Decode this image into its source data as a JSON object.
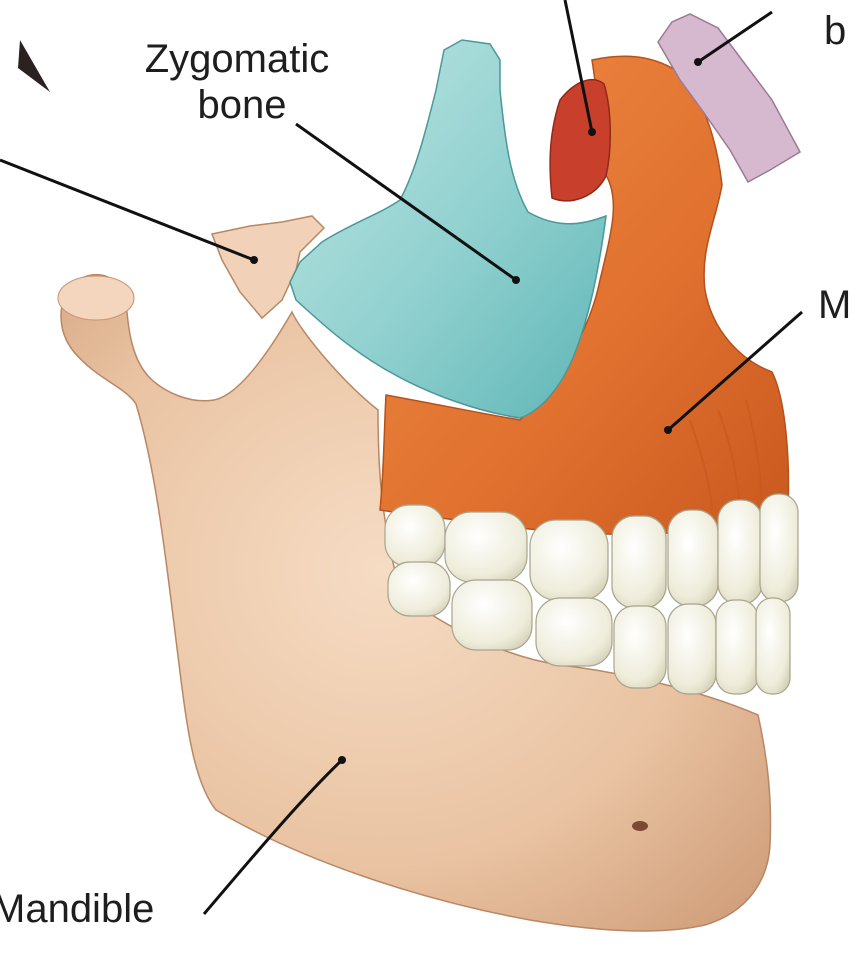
{
  "labels": {
    "zygomatic_line1": "Zygomatic",
    "zygomatic_line2": "bone",
    "mandible": "Mandible",
    "maxilla_partial": "M",
    "nasal_partial": "b"
  },
  "colors": {
    "mandible": "#ecc7a8",
    "maxilla": "#e0702e",
    "zygomatic": "#8fd0cf",
    "nasal": "#d7b9cf",
    "temporal": "#f1d2b8",
    "inner_red": "#c8402c",
    "teeth": "#f2f0e2",
    "leader": "#111111"
  }
}
